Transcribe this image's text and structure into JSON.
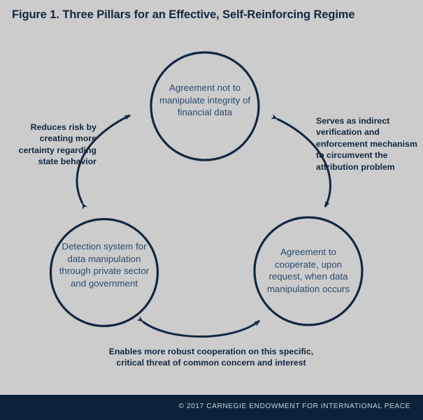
{
  "figure": {
    "title": "Figure 1. Three Pillars for an Effective, Self-Reinforcing Regime",
    "background_color": "#cccccc",
    "accent_color": "#13273f",
    "circle_stroke_color": "#13273f",
    "node_text_color": "#2b4a6b",
    "footer_background_color": "#0a2339",
    "footer_text_color": "#c7d2da"
  },
  "nodes": [
    {
      "id": "agreement-integrity",
      "text": "Agreement not to manipulate integrity of financial data",
      "position": "top"
    },
    {
      "id": "detection-system",
      "text": "Detection system for data manipulation through private sector and government",
      "position": "bottom-left"
    },
    {
      "id": "agreement-cooperate",
      "text": "Agreement to cooperate, upon request, when data manipulation occurs",
      "position": "bottom-right"
    }
  ],
  "edges": [
    {
      "id": "edge-left",
      "label": "Reduces risk by creating more certainty regarding state behavior",
      "from": "detection-system",
      "to": "agreement-integrity",
      "bidirectional": true
    },
    {
      "id": "edge-right",
      "label": "Serves as indirect verification and enforcement mechanism to circumvent the attribution problem",
      "from": "agreement-integrity",
      "to": "agreement-cooperate",
      "bidirectional": true
    },
    {
      "id": "edge-bottom",
      "label": "Enables more robust cooperation on this specific, critical threat of common concern and interest",
      "from": "detection-system",
      "to": "agreement-cooperate",
      "bidirectional": true
    }
  ],
  "footer": {
    "copyright": "© 2017 CARNEGIE ENDOWMENT FOR INTERNATIONAL PEACE"
  }
}
